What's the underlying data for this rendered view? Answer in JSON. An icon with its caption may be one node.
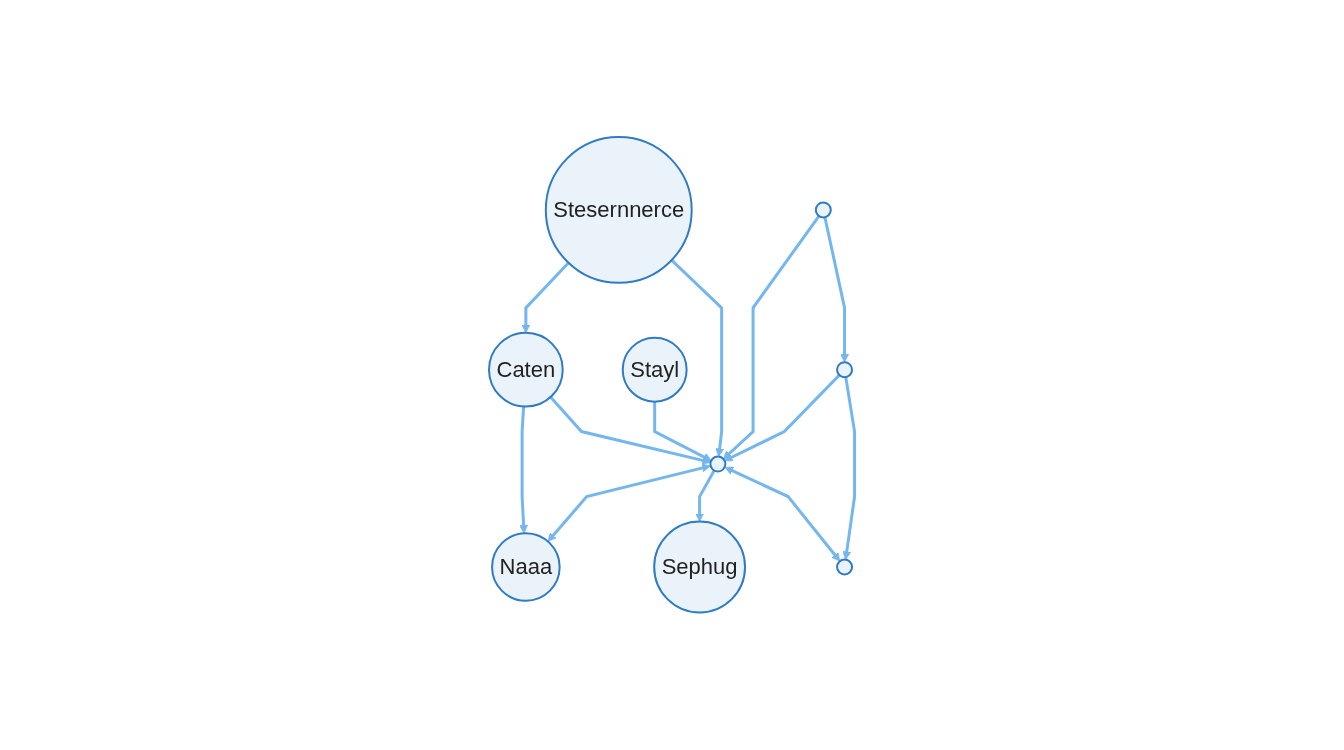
{
  "diagram": {
    "nodes": [
      {
        "text": [
          "Stesernnerce"
        ]
      },
      {
        "text": [
          "Caten"
        ]
      },
      {
        "text": [
          "Naaa"
        ]
      },
      {
        "text": [
          "Stayl"
        ]
      },
      {
        "text": [],
        "shape": "circle"
      },
      {
        "text": [
          "Sephug"
        ]
      },
      {
        "text": [],
        "shape": "circle"
      },
      {
        "text": [],
        "shape": "circle"
      },
      {
        "text": [],
        "shape": "circle"
      }
    ],
    "edges": [
      {
        "from": 0,
        "to": 1,
        "arrow": "to"
      },
      {
        "from": 1,
        "to": 2,
        "arrow": "to"
      },
      {
        "from": 0,
        "to": 4,
        "arrow": "to"
      },
      {
        "from": 1,
        "to": 4,
        "arrow": "to"
      },
      {
        "from": 4,
        "to": 2,
        "arrow": "both"
      },
      {
        "from": 3,
        "to": 4,
        "arrow": "to"
      },
      {
        "from": 4,
        "to": 5,
        "arrow": "to"
      },
      {
        "from": 6,
        "to": 4,
        "arrow": "to"
      },
      {
        "from": 7,
        "to": 4,
        "arrow": "to"
      },
      {
        "from": 4,
        "to": 8,
        "arrow": "both"
      },
      {
        "from": 6,
        "to": 7,
        "arrow": "to"
      },
      {
        "from": 7,
        "to": 8,
        "arrow": "to"
      }
    ]
  }
}
